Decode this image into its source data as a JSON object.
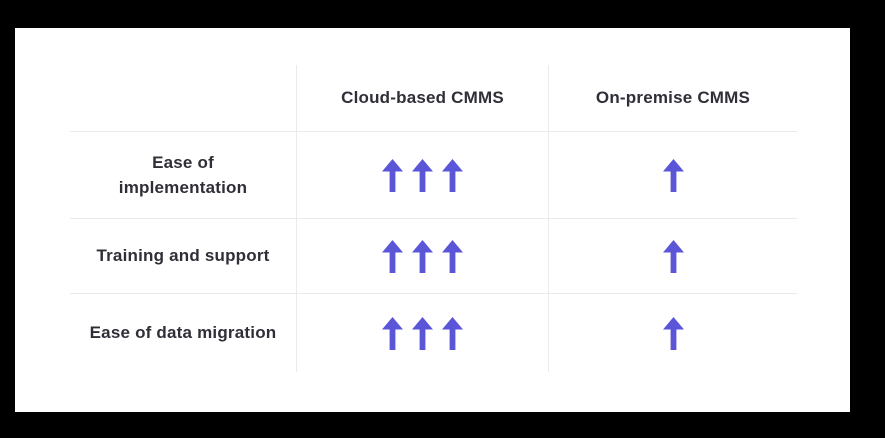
{
  "chart_data": {
    "type": "table",
    "columns": [
      "Cloud-based CMMS",
      "On-premise CMMS"
    ],
    "row_labels": [
      "Ease of implementation",
      "Training and support",
      "Ease of data migration"
    ],
    "values_up_arrow_counts": [
      [
        3,
        1
      ],
      [
        3,
        1
      ],
      [
        3,
        1
      ]
    ]
  },
  "table": {
    "columns": [
      {
        "label": "Cloud-based CMMS"
      },
      {
        "label": "On-premise CMMS"
      }
    ],
    "rows": [
      {
        "label": "Ease of implementation",
        "cloud_arrows": 3,
        "onpremise_arrows": 1
      },
      {
        "label": "Training and support",
        "cloud_arrows": 3,
        "onpremise_arrows": 1
      },
      {
        "label": "Ease of data migration",
        "cloud_arrows": 3,
        "onpremise_arrows": 1
      }
    ]
  },
  "icons": {
    "cell_icon": "up-arrow-icon",
    "glyph": "↑"
  },
  "colors": {
    "arrow": "#5b55d8",
    "text": "#2f2f38",
    "divider": "#ebebeb",
    "panel_background": "#ffffff",
    "frame_background": "#000000"
  }
}
